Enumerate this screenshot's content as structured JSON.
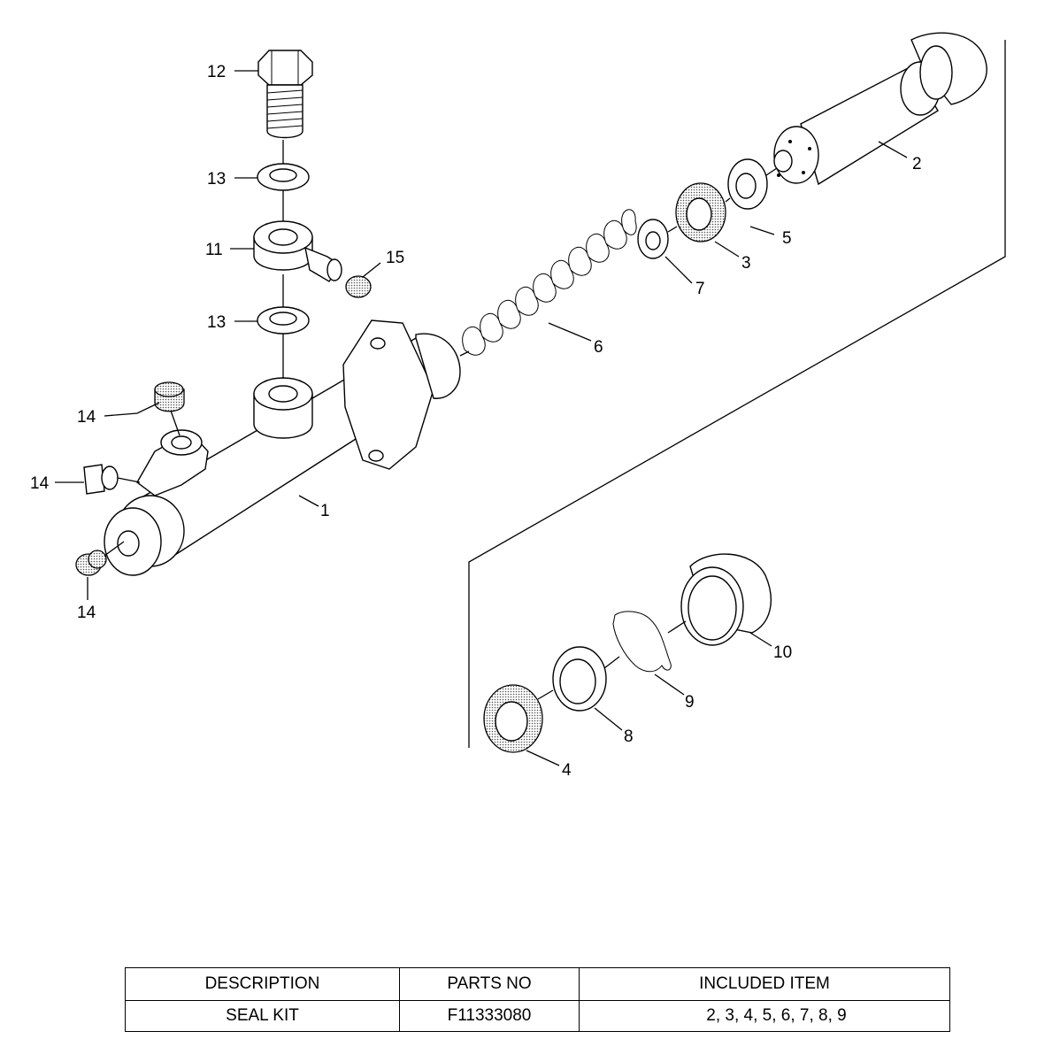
{
  "callouts": {
    "c1": "1",
    "c2": "2",
    "c3": "3",
    "c4": "4",
    "c5": "5",
    "c6": "6",
    "c7": "7",
    "c8": "8",
    "c9": "9",
    "c10": "10",
    "c11": "11",
    "c12": "12",
    "c13a": "13",
    "c13b": "13",
    "c14a": "14",
    "c14b": "14",
    "c14c": "14",
    "c15": "15"
  },
  "table": {
    "headers": [
      "DESCRIPTION",
      "PARTS NO",
      "INCLUDED ITEM"
    ],
    "rows": [
      [
        "SEAL KIT",
        "F11333080",
        "2, 3, 4, 5, 6, 7, 8, 9"
      ]
    ]
  }
}
